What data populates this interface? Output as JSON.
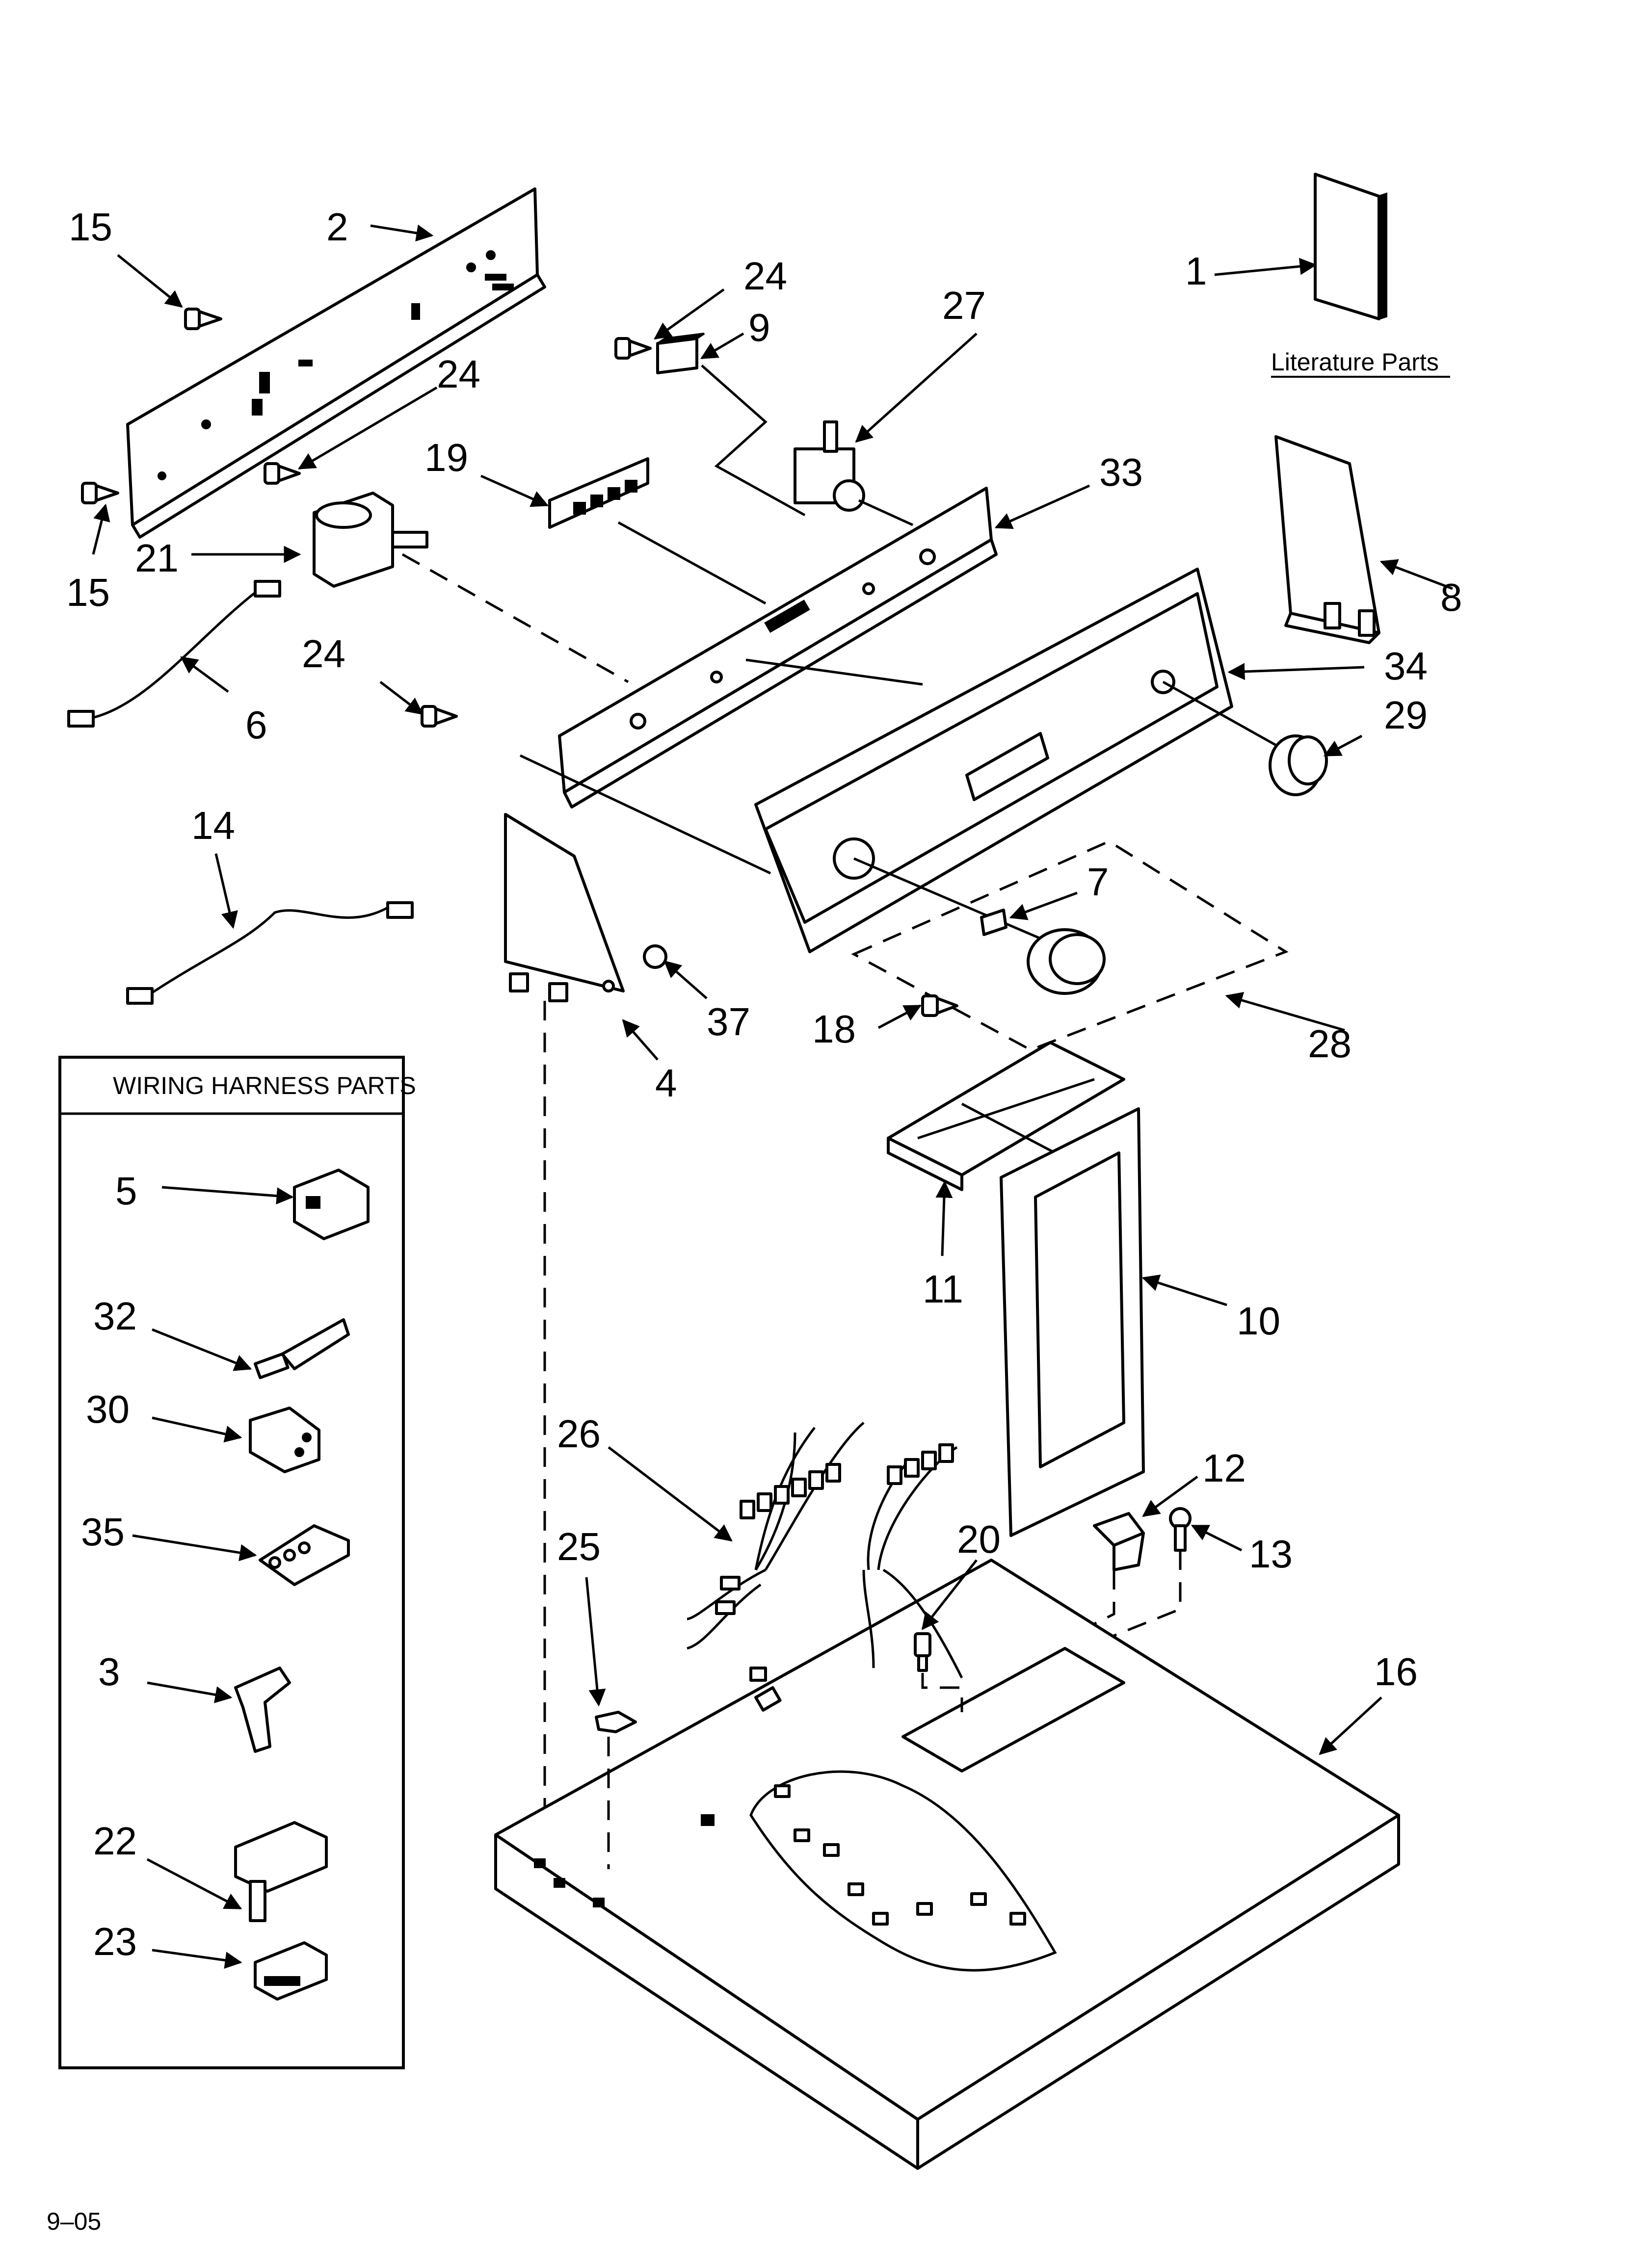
{
  "literature_title": "Literature Parts",
  "wiring_box_title": "WIRING HARNESS PARTS",
  "footer_code": "9–05",
  "callouts": {
    "c1": "1",
    "c2": "2",
    "c3": "3",
    "c4": "4",
    "c5": "5",
    "c6": "6",
    "c7": "7",
    "c8": "8",
    "c9": "9",
    "c10": "10",
    "c11": "11",
    "c12": "12",
    "c13": "13",
    "c14": "14",
    "c15a": "15",
    "c15b": "15",
    "c16": "16",
    "c18": "18",
    "c19": "19",
    "c20": "20",
    "c21": "21",
    "c22": "22",
    "c23": "23",
    "c24a": "24",
    "c24b": "24",
    "c24c": "24",
    "c25": "25",
    "c26": "26",
    "c27": "27",
    "c28": "28",
    "c29": "29",
    "c30": "30",
    "c32": "32",
    "c33": "33",
    "c34": "34",
    "c35": "35",
    "c37": "37"
  }
}
